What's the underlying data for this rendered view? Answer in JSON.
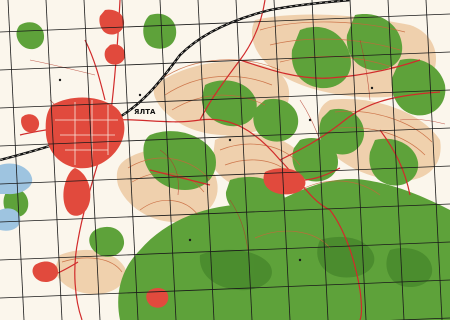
{
  "map": {
    "labels": {
      "town": "ЯЛТА"
    },
    "colors": {
      "paper": "#fbf6ec",
      "forest": "#5ea23a",
      "forest_dark": "#3f7f27",
      "contour": "#c7663a",
      "relief": "#e7b27a",
      "built_up": "#e14a3d",
      "road_red": "#d12b2b",
      "railway": "#111111",
      "grid": "#1a1a1a",
      "water": "#9ec4e0"
    },
    "features": {
      "grid": "km-grid-lines",
      "railway": "railway-line",
      "roads": "road-network",
      "town": "settlement",
      "village": "village-settlement",
      "forest": "forest-areas",
      "water": "lake",
      "relief": "terrain-contours"
    }
  }
}
